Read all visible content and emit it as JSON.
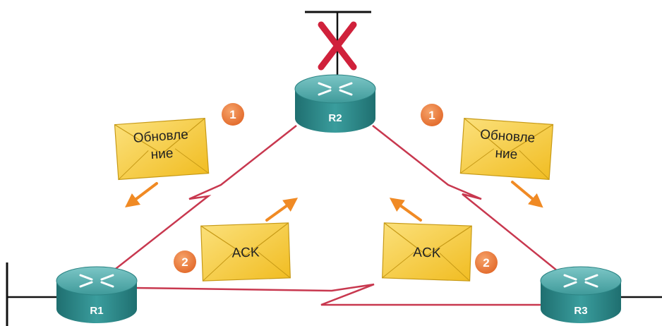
{
  "routers": {
    "r1": {
      "label": "R1"
    },
    "r2": {
      "label": "R2"
    },
    "r3": {
      "label": "R3"
    }
  },
  "messages": {
    "update_left": {
      "line1": "Обновле",
      "line2": "ние"
    },
    "update_right": {
      "line1": "Обновле",
      "line2": "ние"
    },
    "ack_left": {
      "text": "ACK"
    },
    "ack_right": {
      "text": "ACK"
    }
  },
  "steps": {
    "step1_left": "1",
    "step1_right": "1",
    "step2_left": "2",
    "step2_right": "2"
  },
  "icons": {
    "failed_link": "red-x-icon",
    "router": "router-icon",
    "envelope": "envelope-icon",
    "arrow": "orange-arrow-icon"
  },
  "colors": {
    "link": "#c8384f",
    "router_body": "#2f8d8d",
    "router_top": "#5fb5b5",
    "envelope_fill": "#f6cd3f",
    "arrow": "#f08a24",
    "badge": "#ec7d3a",
    "failed_mark": "#d0213b"
  }
}
